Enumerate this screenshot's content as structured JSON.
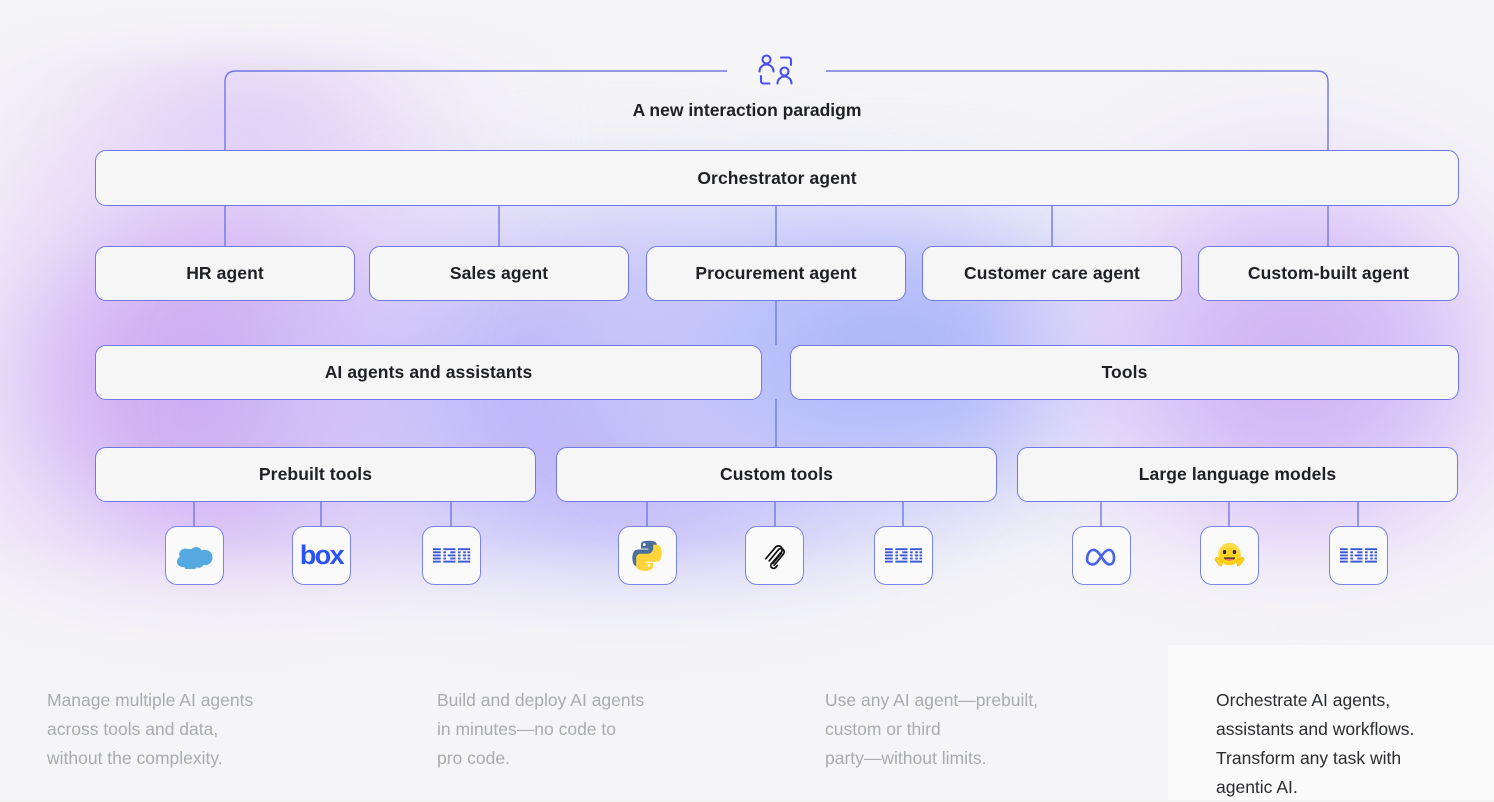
{
  "diagram": {
    "paradigm": {
      "label": "A new interaction paradigm",
      "icon": "users-scan-icon"
    },
    "orchestrator": {
      "label": "Orchestrator agent"
    },
    "agents": [
      {
        "label": "HR agent"
      },
      {
        "label": "Sales agent"
      },
      {
        "label": "Procurement agent"
      },
      {
        "label": "Customer care agent"
      },
      {
        "label": "Custom-built agent"
      }
    ],
    "categories": [
      {
        "label": "AI agents and assistants"
      },
      {
        "label": "Tools"
      }
    ],
    "tool_groups": [
      {
        "label": "Prebuilt tools",
        "logos": [
          {
            "name": "salesforce-logo",
            "alt": "Salesforce"
          },
          {
            "name": "box-logo",
            "alt": "box"
          },
          {
            "name": "ibm-logo",
            "alt": "IBM"
          }
        ]
      },
      {
        "label": "Custom tools",
        "logos": [
          {
            "name": "python-logo",
            "alt": "Python"
          },
          {
            "name": "langchain-logo",
            "alt": "LangChain"
          },
          {
            "name": "ibm-logo",
            "alt": "IBM"
          }
        ]
      },
      {
        "label": "Large language models",
        "logos": [
          {
            "name": "meta-logo",
            "alt": "Meta"
          },
          {
            "name": "huggingface-logo",
            "alt": "Hugging Face"
          },
          {
            "name": "ibm-logo",
            "alt": "IBM"
          }
        ]
      }
    ]
  },
  "captions": [
    {
      "text": "Manage multiple AI agents\nacross tools and data,\nwithout the complexity."
    },
    {
      "text": "Build and deploy AI agents\nin minutes—no code to\npro code."
    },
    {
      "text": "Use any AI agent—prebuilt,\ncustom or third\nparty—without limits."
    }
  ],
  "highlight_caption": {
    "text": "Orchestrate AI agents,\nassistants and workflows.\nTransform any task with\nagentic AI."
  },
  "colors": {
    "border": "#6f78e8",
    "node_fill": "#f6f6f7",
    "text": "#1f2023",
    "caption_muted": "#a9abae",
    "caption_dark": "#2b2c2f",
    "ibm_blue": "#3b57d6",
    "box_blue": "#2a53f5",
    "salesforce_blue": "#55a9e0",
    "meta_blue": "#4a62e8"
  }
}
